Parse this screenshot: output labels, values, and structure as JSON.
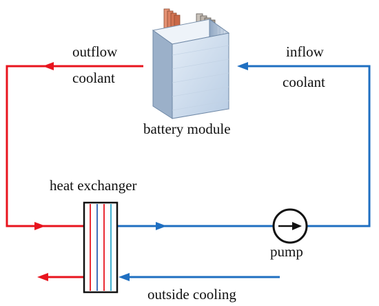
{
  "labels": {
    "outflow": "outflow",
    "outflow_coolant": "coolant",
    "inflow": "inflow",
    "inflow_coolant": "coolant",
    "battery_module": "battery module",
    "heat_exchanger": "heat exchanger",
    "pump": "pump",
    "outside_cooling": "outside cooling"
  },
  "colors": {
    "hot_line": "#e8141e",
    "cold_line": "#1f6fc1",
    "battery_body": "#cfdcec",
    "terminal_positive": "#d97b5a",
    "terminal_negative": "#b3aba2",
    "outline": "#111111"
  }
}
